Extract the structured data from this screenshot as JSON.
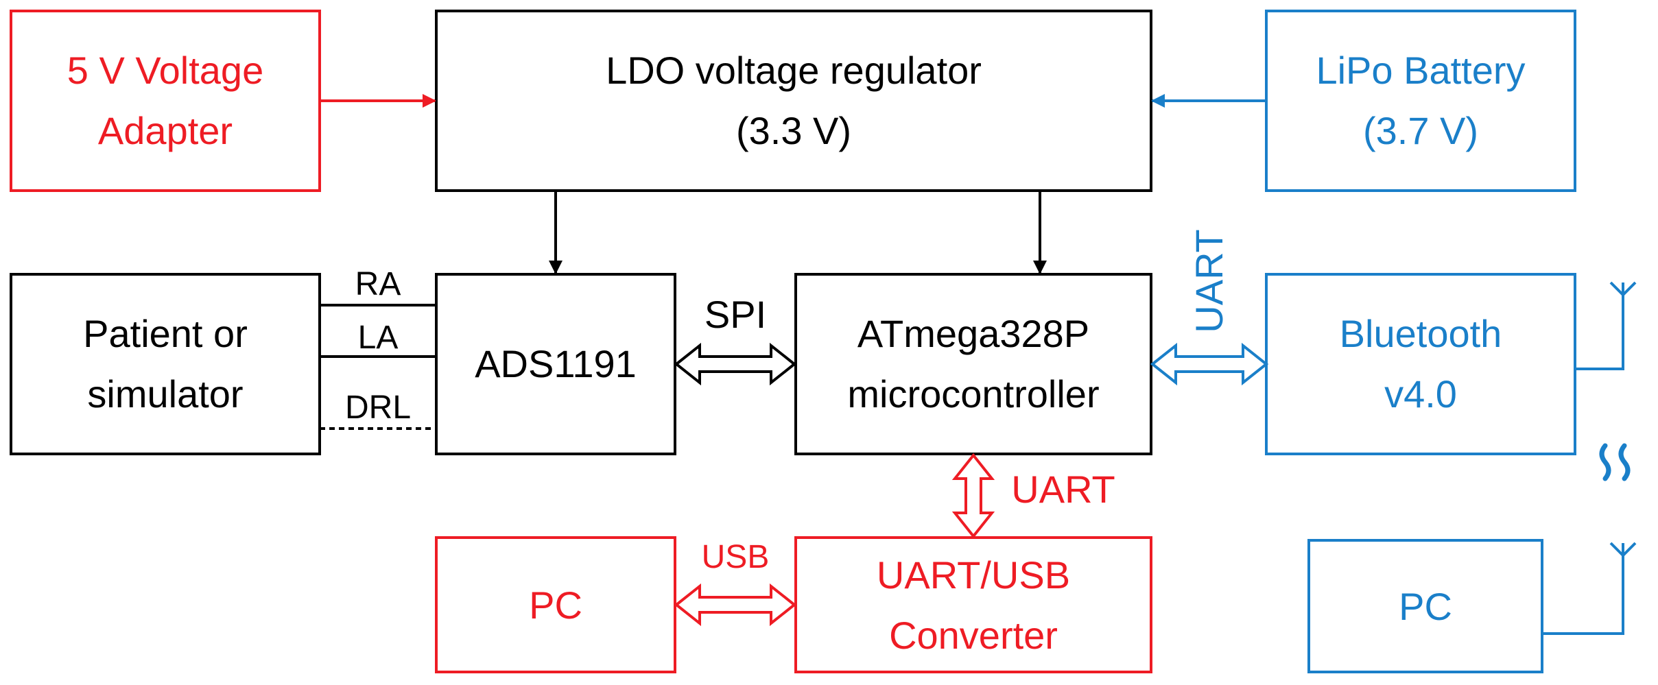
{
  "colors": {
    "red": "#ee1c24",
    "blue": "#1a7fc9",
    "black": "#000000"
  },
  "blocks": {
    "voltage_adapter": {
      "line1": "5 V Voltage",
      "line2": "Adapter"
    },
    "ldo": {
      "line1": "LDO voltage regulator",
      "line2": "(3.3 V)"
    },
    "lipo": {
      "line1": "LiPo Battery",
      "line2": "(3.7 V)"
    },
    "patient": {
      "line1": "Patient or",
      "line2": "simulator"
    },
    "ads": {
      "line1": "ADS1191"
    },
    "mcu": {
      "line1": "ATmega328P",
      "line2": "microcontroller"
    },
    "bluetooth": {
      "line1": "Bluetooth",
      "line2": "v4.0"
    },
    "pc_wired": {
      "line1": "PC"
    },
    "uart_usb": {
      "line1": "UART/USB",
      "line2": "Converter"
    },
    "pc_wireless": {
      "line1": "PC"
    }
  },
  "connections": {
    "ra": "RA",
    "la": "LA",
    "drl": "DRL",
    "spi": "SPI",
    "uart_bt": "UART",
    "uart_conv": "UART",
    "usb": "USB"
  }
}
